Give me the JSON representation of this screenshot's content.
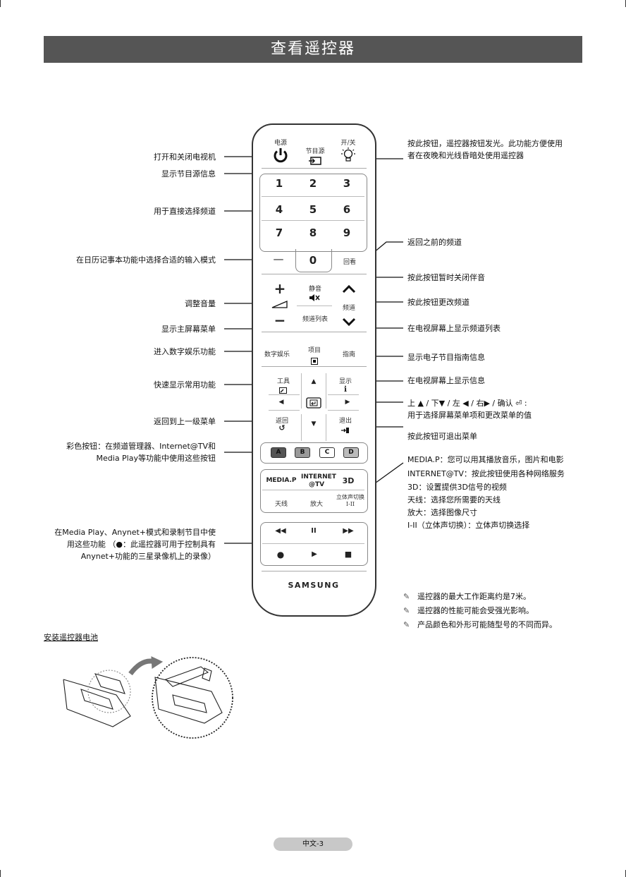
{
  "title": "查看遥控器",
  "remote": {
    "power_label": "电源",
    "source_label": "节目源",
    "light_label": "开/关",
    "digits": [
      "1",
      "2",
      "3",
      "4",
      "5",
      "6",
      "7",
      "8",
      "9"
    ],
    "dash": "—",
    "zero": "0",
    "prech_label": "回看",
    "plus": "+",
    "minus": "−",
    "mute_label": "静音",
    "channel_label": "频道",
    "chlist_label": "频道列表",
    "media_label": "数字娱乐",
    "menu_label": "项目",
    "guide_label": "指南",
    "tools_label": "工具",
    "info_label": "显示",
    "return_label": "返回",
    "exit_label": "退出",
    "color_buttons": [
      "A",
      "B",
      "C",
      "D"
    ],
    "mediap_label": "MEDIA.P",
    "internet_label_1": "INTERNET",
    "internet_label_2": "@TV",
    "three_d_label": "3D",
    "antenna_label": "天线",
    "zoom_label": "放大",
    "dual_label_1": "立体声切换",
    "dual_label_2": "I-II",
    "brand": "SAMSUNG"
  },
  "left_labels": {
    "power": "打开和关闭电视机",
    "source": "显示节目源信息",
    "numbers": "用于直接选择频道",
    "dash": "在日历记事本功能中选择合适的输入模式",
    "volume": "调整音量",
    "menu": "显示主屏幕菜单",
    "media": "进入数字娱乐功能",
    "tools": "快速显示常用功能",
    "return": "返回到上一级菜单",
    "color_1": "彩色按钮：在频道管理器、Internet@TV和",
    "color_2": "Media Play等功能中使用这些按钮",
    "playback_1": "在Media Play、Anynet+模式和录制节目中使",
    "playback_2": "用这些功能 （●：此遥控器可用于控制具有",
    "playback_3": "Anynet+功能的三星录像机上的录像）"
  },
  "right_labels": {
    "light_1": "按此按钮，遥控器按钮发光。此功能方便使用",
    "light_2": "者在夜晚和光线昏暗处使用遥控器",
    "prech": "返回之前的频道",
    "mute": "按此按钮暂时关闭伴音",
    "channel": "按此按钮更改频道",
    "chlist": "在电视屏幕上显示频道列表",
    "guide": "显示电子节目指南信息",
    "info": "在电视屏幕上显示信息",
    "nav_1": "上 ▲ / 下▼ / 左 ◀ / 右▶ / 确认 ⏎ :",
    "nav_2": "用于选择屏幕菜单项和更改菜单的值",
    "exit": "按此按钮可退出菜单",
    "mediap": "MEDIA.P：您可以用其播放音乐，图片和电影",
    "internet": "INTERNET@TV：按此按钮使用各种网络服务",
    "three_d": "3D：设置提供3D信号的视频",
    "antenna": "天线：选择您所需要的天线",
    "zoom": "放大：选择图像尺寸",
    "dual": "I-II（立体声切换）：立体声切换选择"
  },
  "notes": [
    "遥控器的最大工作距离约是7米。",
    "遥控器的性能可能会受强光影响。",
    "产品颜色和外形可能随型号的不同而异。"
  ],
  "note_icon": "✎",
  "battery_title": "安装遥控器电池",
  "page_number": "中文-3"
}
